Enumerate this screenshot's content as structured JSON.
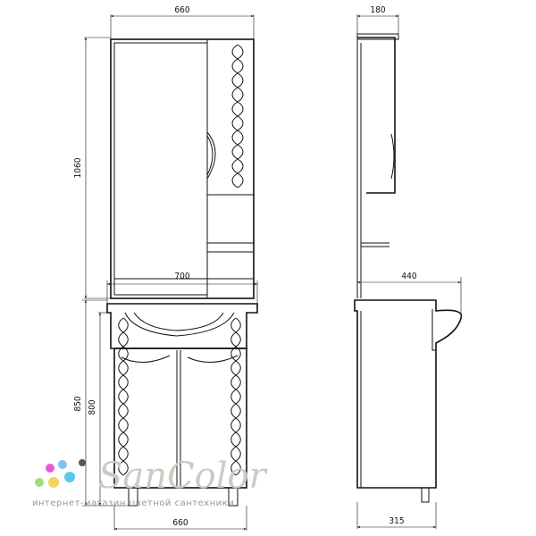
{
  "dimensions": {
    "top_width": "660",
    "mirror_height": "1060",
    "side_depth_top": "180",
    "basin_width": "700",
    "basin_depth": "440",
    "total_height": "850",
    "cabinet_height": "800",
    "bottom_width": "660",
    "cabinet_depth": "315"
  },
  "watermark": {
    "brand": "SanColor",
    "tagline": "интернет-магазин цветной сантехники"
  },
  "colors": {
    "dot1": "#e85bd8",
    "dot2": "#7fc3f5",
    "dot3": "#f4d35e",
    "dot4": "#9be07b",
    "dot5": "#5ec7e8"
  }
}
